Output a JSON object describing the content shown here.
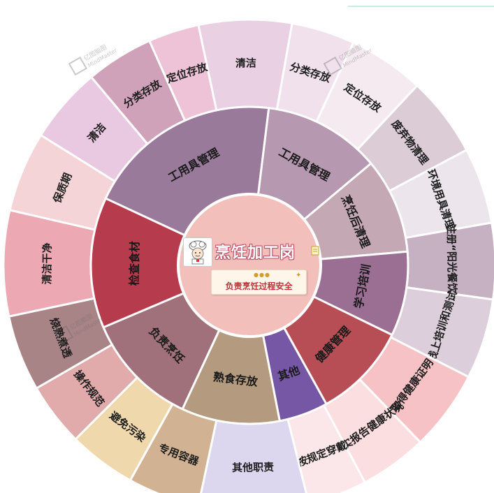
{
  "center": {
    "title": "烹饪加工岗",
    "subtitle": "负责烹饪过程安全",
    "chef_icon": "chef-avatar-icon",
    "note_icon": "note-icon"
  },
  "watermark": {
    "icon": "mindmaster-logo",
    "cn": "亿图脑图",
    "en": "MindMaster"
  },
  "inner_ring": [
    {
      "label": "工用具管理",
      "color": "#b698b1"
    },
    {
      "label": "烹饪后清理",
      "color": "#c4a8b3"
    },
    {
      "label": "学习培训",
      "color": "#9b6f93"
    },
    {
      "label": "健康管理",
      "color": "#b84e55"
    },
    {
      "label": "其他",
      "color": "#7657a6"
    },
    {
      "label": "熟食存放",
      "color": "#b49b7f"
    },
    {
      "label": "负责烹饪",
      "color": "#a0717a"
    },
    {
      "label": "检查食材",
      "color": "#b63c4d"
    },
    {
      "label": "工用具管理",
      "color": "#9a7a9b"
    }
  ],
  "outer_ring": [
    {
      "label": "清洁",
      "color": "#ead0e3"
    },
    {
      "label": "分类存放",
      "color": "#f1e1ec"
    },
    {
      "label": "定位存放",
      "color": "#f5eaf0"
    },
    {
      "label": "废弃物清理",
      "color": "#dcccd6"
    },
    {
      "label": "环境用具清理",
      "color": "#ece6ec"
    },
    {
      "label": "注册“阳光餐饮”",
      "color": "#c5b1c2"
    },
    {
      "label": "线上培训和测试",
      "color": "#dccfdb"
    },
    {
      "label": "取得健康证明",
      "color": "#f6c2c6"
    },
    {
      "label": "如实报告健康状况",
      "color": "#fbdee0"
    },
    {
      "label": "按规定穿戴",
      "color": "#fbe7ea"
    },
    {
      "label": "其他职责",
      "color": "#dcd7ef"
    },
    {
      "label": "专用容器",
      "color": "#d1b393"
    },
    {
      "label": "避免污染",
      "color": "#f0d8ad"
    },
    {
      "label": "操作规范",
      "color": "#e1aaab"
    },
    {
      "label": "烧熟煮透",
      "color": "#a98486"
    },
    {
      "label": "清洁干净",
      "color": "#eda9b3"
    },
    {
      "label": "保质期",
      "color": "#f4d4d6"
    },
    {
      "label": "清洁",
      "color": "#e9c9e1"
    },
    {
      "label": "分类存放",
      "color": "#cfa2b9"
    },
    {
      "label": "定位存放",
      "color": "#eec3d8"
    }
  ]
}
